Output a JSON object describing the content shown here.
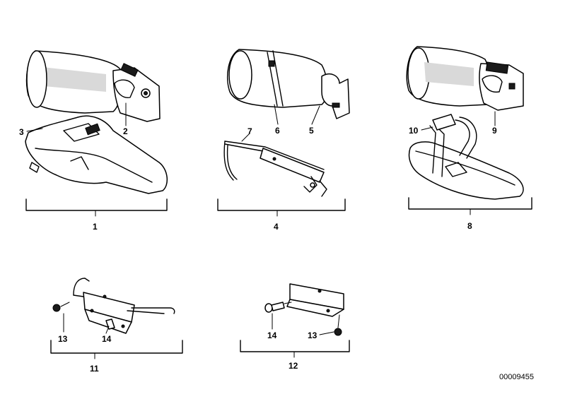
{
  "diagram": {
    "callouts": {
      "c1": "1",
      "c2": "2",
      "c3": "3",
      "c4": "4",
      "c5": "5",
      "c6": "6",
      "c7": "7",
      "c8": "8",
      "c9": "9",
      "c10": "10",
      "c11": "11",
      "c12": "12",
      "c13a": "13",
      "c14a": "14",
      "c13b": "13",
      "c14b": "14"
    },
    "catalog_number": "00009455"
  }
}
